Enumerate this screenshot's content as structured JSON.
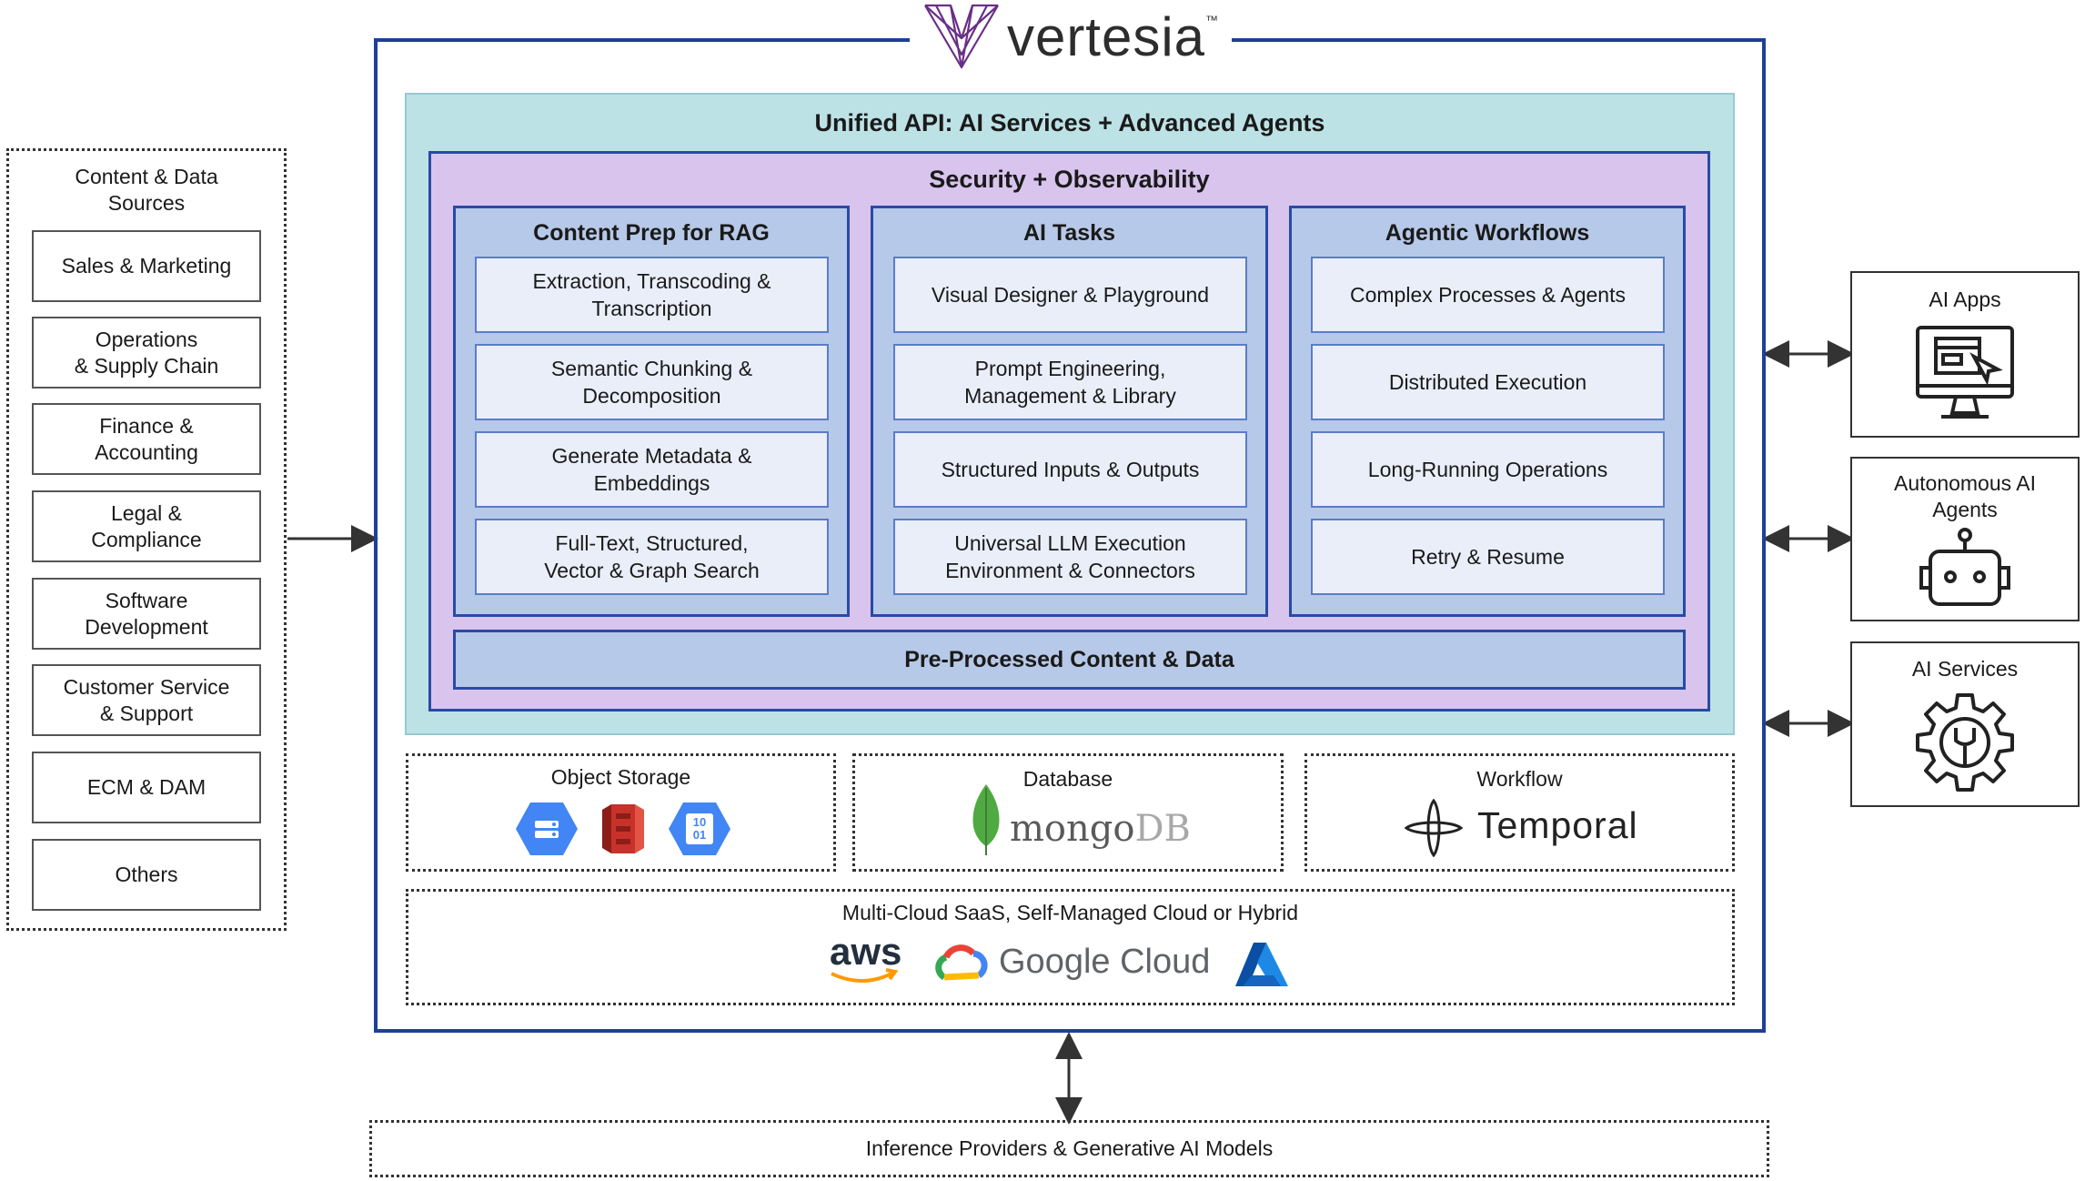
{
  "logo": {
    "text": "vertesia",
    "tm": "™"
  },
  "sources": {
    "title": "Content & Data\nSources",
    "items": [
      "Sales & Marketing",
      "Operations\n& Supply Chain",
      "Finance &\nAccounting",
      "Legal &\nCompliance",
      "Software\nDevelopment",
      "Customer Service\n& Support",
      "ECM & DAM",
      "Others"
    ]
  },
  "platform": {
    "unified_api": "Unified API: AI Services + Advanced Agents",
    "security": "Security + Observability",
    "columns": [
      {
        "title": "Content Prep for RAG",
        "items": [
          "Extraction, Transcoding &\nTranscription",
          "Semantic Chunking &\nDecomposition",
          "Generate Metadata &\nEmbeddings",
          "Full-Text, Structured,\nVector & Graph Search"
        ]
      },
      {
        "title": "AI Tasks",
        "items": [
          "Visual Designer & Playground",
          "Prompt Engineering,\nManagement & Library",
          "Structured Inputs & Outputs",
          "Universal LLM Execution\nEnvironment & Connectors"
        ]
      },
      {
        "title": "Agentic Workflows",
        "items": [
          "Complex Processes & Agents",
          "Distributed Execution",
          "Long-Running Operations",
          "Retry & Resume"
        ]
      }
    ],
    "preprocessed": "Pre-Processed Content & Data",
    "object_storage": {
      "title": "Object Storage",
      "icon_text": "10\n01"
    },
    "database": {
      "title": "Database",
      "logo_main": "mongo",
      "logo_suffix": "DB"
    },
    "workflow": {
      "title": "Workflow",
      "logo": "Temporal"
    },
    "cloud": {
      "title": "Multi-Cloud SaaS, Self-Managed Cloud or Hybrid",
      "aws": "aws",
      "google_main": "Google",
      "google_suffix": "Cloud"
    }
  },
  "right": [
    {
      "title": "AI Apps",
      "icon": "monitor-app-icon"
    },
    {
      "title": "Autonomous AI\nAgents",
      "icon": "robot-icon"
    },
    {
      "title": "AI Services",
      "icon": "gear-wrench-icon"
    }
  ],
  "inference": "Inference Providers & Generative AI Models",
  "colors": {
    "frame": "#1e3f9a",
    "teal": "#bde2e6",
    "purple": "#d9c4ee",
    "column": "#b7c9e8",
    "item": "#e9eef9"
  }
}
